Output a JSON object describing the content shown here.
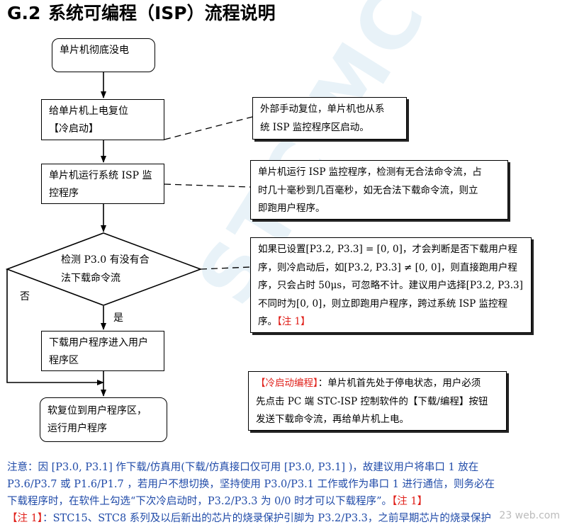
{
  "title": {
    "number": "G.2",
    "text": "系统可编程（ISP）流程说明"
  },
  "watermark": "STC MCU",
  "flow": {
    "step1": "单片机彻底没电",
    "step2_line1": "给单片机上电复位",
    "step2_line2": "【冷启动】",
    "step3_line1": "单片机运行系统 ISP 监",
    "step3_line2": "控程序",
    "decision_line1": "检测 P3.0 有没有合",
    "decision_line2": "法下载命令流",
    "no_label": "否",
    "yes_label": "是",
    "step4_line1": "下载用户程序进入用户",
    "step4_line2": "程序区",
    "step5_line1": "软复位到用户程序区，",
    "step5_line2": "运行用户程序"
  },
  "notes": {
    "note1_line1": "外部手动复位，单片机也从系",
    "note1_line2": "统 ISP 监控程序区启动。",
    "note2_line1": "单片机运行 ISP 监控程序，检测有无合法命令流，占",
    "note2_line2": "时几十毫秒到几百毫秒，如无合法下载命令流，则立",
    "note2_line3": "即跑用户程序。",
    "note3_line1": "如果已设置[P3.2, P3.3] = [0, 0]，才会判断是否下载用户程",
    "note3_line2": "序，则冷启动后，如[P3.2, P3.3] ≠ [0, 0]，则直接跑用户程",
    "note3_line3": "序，只会占时 50μs，可忽略不计。建议用户选择[P3.2, P3.3]",
    "note3_line4": "不同时为[0, 0]，则立即跑用户程序，跨过系统 ISP 监控程",
    "note3_line5a": "序。",
    "note3_line5b": "【注 1】",
    "note4_red": "【冷启动编程】",
    "note4_line1": "：单片机首先处于停电状态，用户必须",
    "note4_line2": "先点击 PC 端 STC-ISP 控制软件的【下载/编程】按钮",
    "note4_line3": "发送下载命令流，再给单片机上电。"
  },
  "footer": {
    "line1": "注意：因 [P3.0, P3.1] 作下载/仿真用(下载/仿真接口仅可用 [P3.0, P3.1] )，故建议用户将串口 1 放在",
    "line2": "P3.6/P3.7 或 P1.6/P1.7 ，若用户不想切换，坚持使用 P3.0/P3.1 工作或作为串口 1 进行通信，则务必在",
    "line3a": "下载程序时，在软件上勾选“下次冷启动时，P3.2/P3.3 为 0/0 时才可以下载程序”。",
    "line3b": "【注 1】",
    "line4a": "【注 1】",
    "line4b": "：STC15、STC8 系列及以后新出的芯片的烧录保护引脚为 P3.2/P3.3，之前早期芯片的烧录保护"
  },
  "corner_mark": "23 web.com",
  "colors": {
    "red": "#e0201a",
    "blue": "#1f4aa8"
  }
}
